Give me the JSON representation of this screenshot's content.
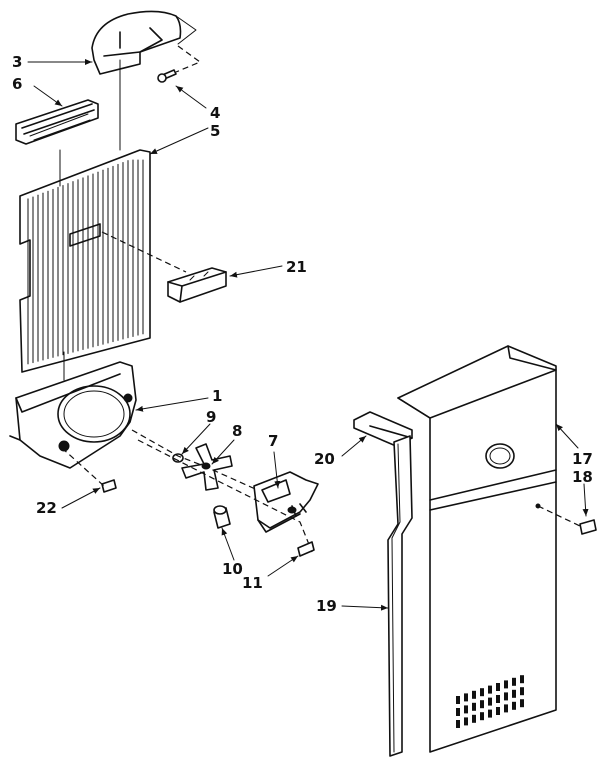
{
  "callouts": [
    {
      "id": "c3",
      "text": "3"
    },
    {
      "id": "c6",
      "text": "6"
    },
    {
      "id": "c4",
      "text": "4"
    },
    {
      "id": "c5",
      "text": "5"
    },
    {
      "id": "c21",
      "text": "21"
    },
    {
      "id": "c1",
      "text": "1"
    },
    {
      "id": "c9",
      "text": "9"
    },
    {
      "id": "c8",
      "text": "8"
    },
    {
      "id": "c7",
      "text": "7"
    },
    {
      "id": "c20",
      "text": "20"
    },
    {
      "id": "c22",
      "text": "22"
    },
    {
      "id": "c10",
      "text": "10"
    },
    {
      "id": "c11",
      "text": "11"
    },
    {
      "id": "c19",
      "text": "19"
    },
    {
      "id": "c17",
      "text": "17"
    },
    {
      "id": "c18",
      "text": "18"
    }
  ]
}
